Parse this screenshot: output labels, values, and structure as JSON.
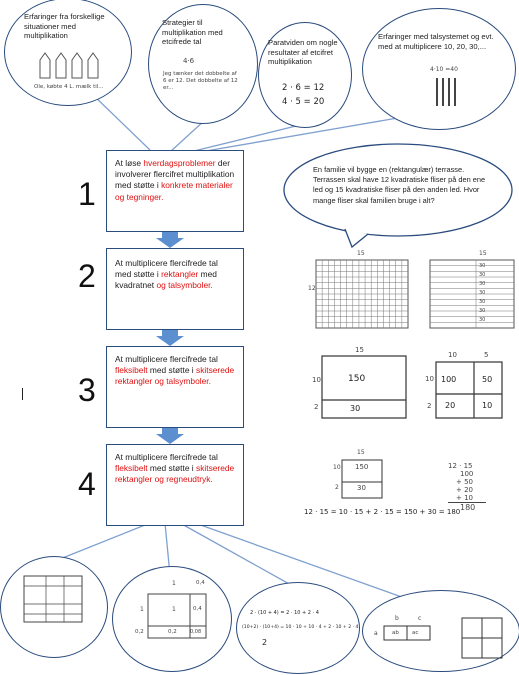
{
  "top_bubbles": [
    {
      "text": "Erfaringer fra forskellige situationer med multiplikation",
      "sketch_note": "Ole, købte 4 L. mælk til..."
    },
    {
      "text": "Strategier til multiplikation med etcifrede tal",
      "sketch_top": "4·6",
      "sketch_note": "Jeg tænker det dobbelte af 6 er 12. Det dobbelte af 12 er..."
    },
    {
      "text": "Paratviden om nogle resultater af etcifret multiplikation",
      "fact1": "2 · 6 = 12",
      "fact2": "4 · 5 = 20"
    },
    {
      "text": "Erfaringer med talsystemet og evt. med at multiplicere 10, 20, 30,...",
      "sketch_top": "4·10 =40"
    }
  ],
  "steps": [
    {
      "number": "1",
      "line1": "At løse ",
      "red1": "hverdagsproblemer",
      "line2": "der involverer flercifret multiplikation med støtte i ",
      "red2": "konkrete materialer og tegninger."
    },
    {
      "number": "2",
      "line1": "At multiplicere flercifrede tal med støtte i ",
      "red1": "rektangler",
      "line2": " med kvadratnet ",
      "red2": "og talsymboler."
    },
    {
      "number": "3",
      "line1": "At multiplicere flercifrede tal ",
      "red1": "fleksibelt",
      "line2": " med støtte i ",
      "red2": "skitserede rektangler og talsymboler."
    },
    {
      "number": "4",
      "line1": "At multiplicere flercifrede tal ",
      "red1": "fleksibelt",
      "line2": " med støtte i ",
      "red2": "skitserede rektangler og regneudtryk."
    }
  ],
  "speech_bubble": "En familie vil bygge en (rektangulær) terrasse. Terrassen skal have 12 kvadratiske fliser på den ene led og 15 kvadratiske fliser på den anden led. Hvor mange fliser skal familien bruge i alt?",
  "grid_labels": {
    "width": "15",
    "height": "12",
    "right_col": [
      "30",
      "30",
      "30",
      "30",
      "30",
      "30",
      "30"
    ]
  },
  "rect3_left": {
    "top": "15",
    "side_top": "10",
    "side_bottom": "2",
    "cell_top": "150",
    "cell_bottom": "30"
  },
  "rect3_right": {
    "top_a": "10",
    "top_b": "5",
    "side_top": "10",
    "side_bottom": "2",
    "c1": "100",
    "c2": "50",
    "c3": "20",
    "c4": "10"
  },
  "rect4": {
    "top": "15",
    "side_top": "10",
    "side_bottom": "2",
    "cell_top": "150",
    "cell_bottom": "30"
  },
  "rect4_expr": "12 · 15 = 10 · 15 + 2 · 15 = 150 + 30 = 180",
  "column_calc": [
    "12 · 15",
    "100",
    "+ 50",
    "+ 20",
    "+ 10",
    "180"
  ],
  "bottom_notes": {
    "b2_top": "1",
    "b2_top2": "0,4",
    "b2_side": "1",
    "b2_side2": "0,2",
    "b2_cell": "1",
    "b2_c2": "0,4",
    "b2_c3": "0,2",
    "b2_c4": "0,08",
    "b3_l1": "2 · (10 + 4) = 2 · 10 + 2 · 4",
    "b3_l2": "(10+2) · (10+4) = 10 · 10 + 10 · 4 + 2 · 10 + 2 · 4",
    "b3_l3": "2",
    "b4_a": "a",
    "b4_b": "b",
    "b4_c": "c",
    "b4_ab": "ab",
    "b4_ac": "ac"
  }
}
